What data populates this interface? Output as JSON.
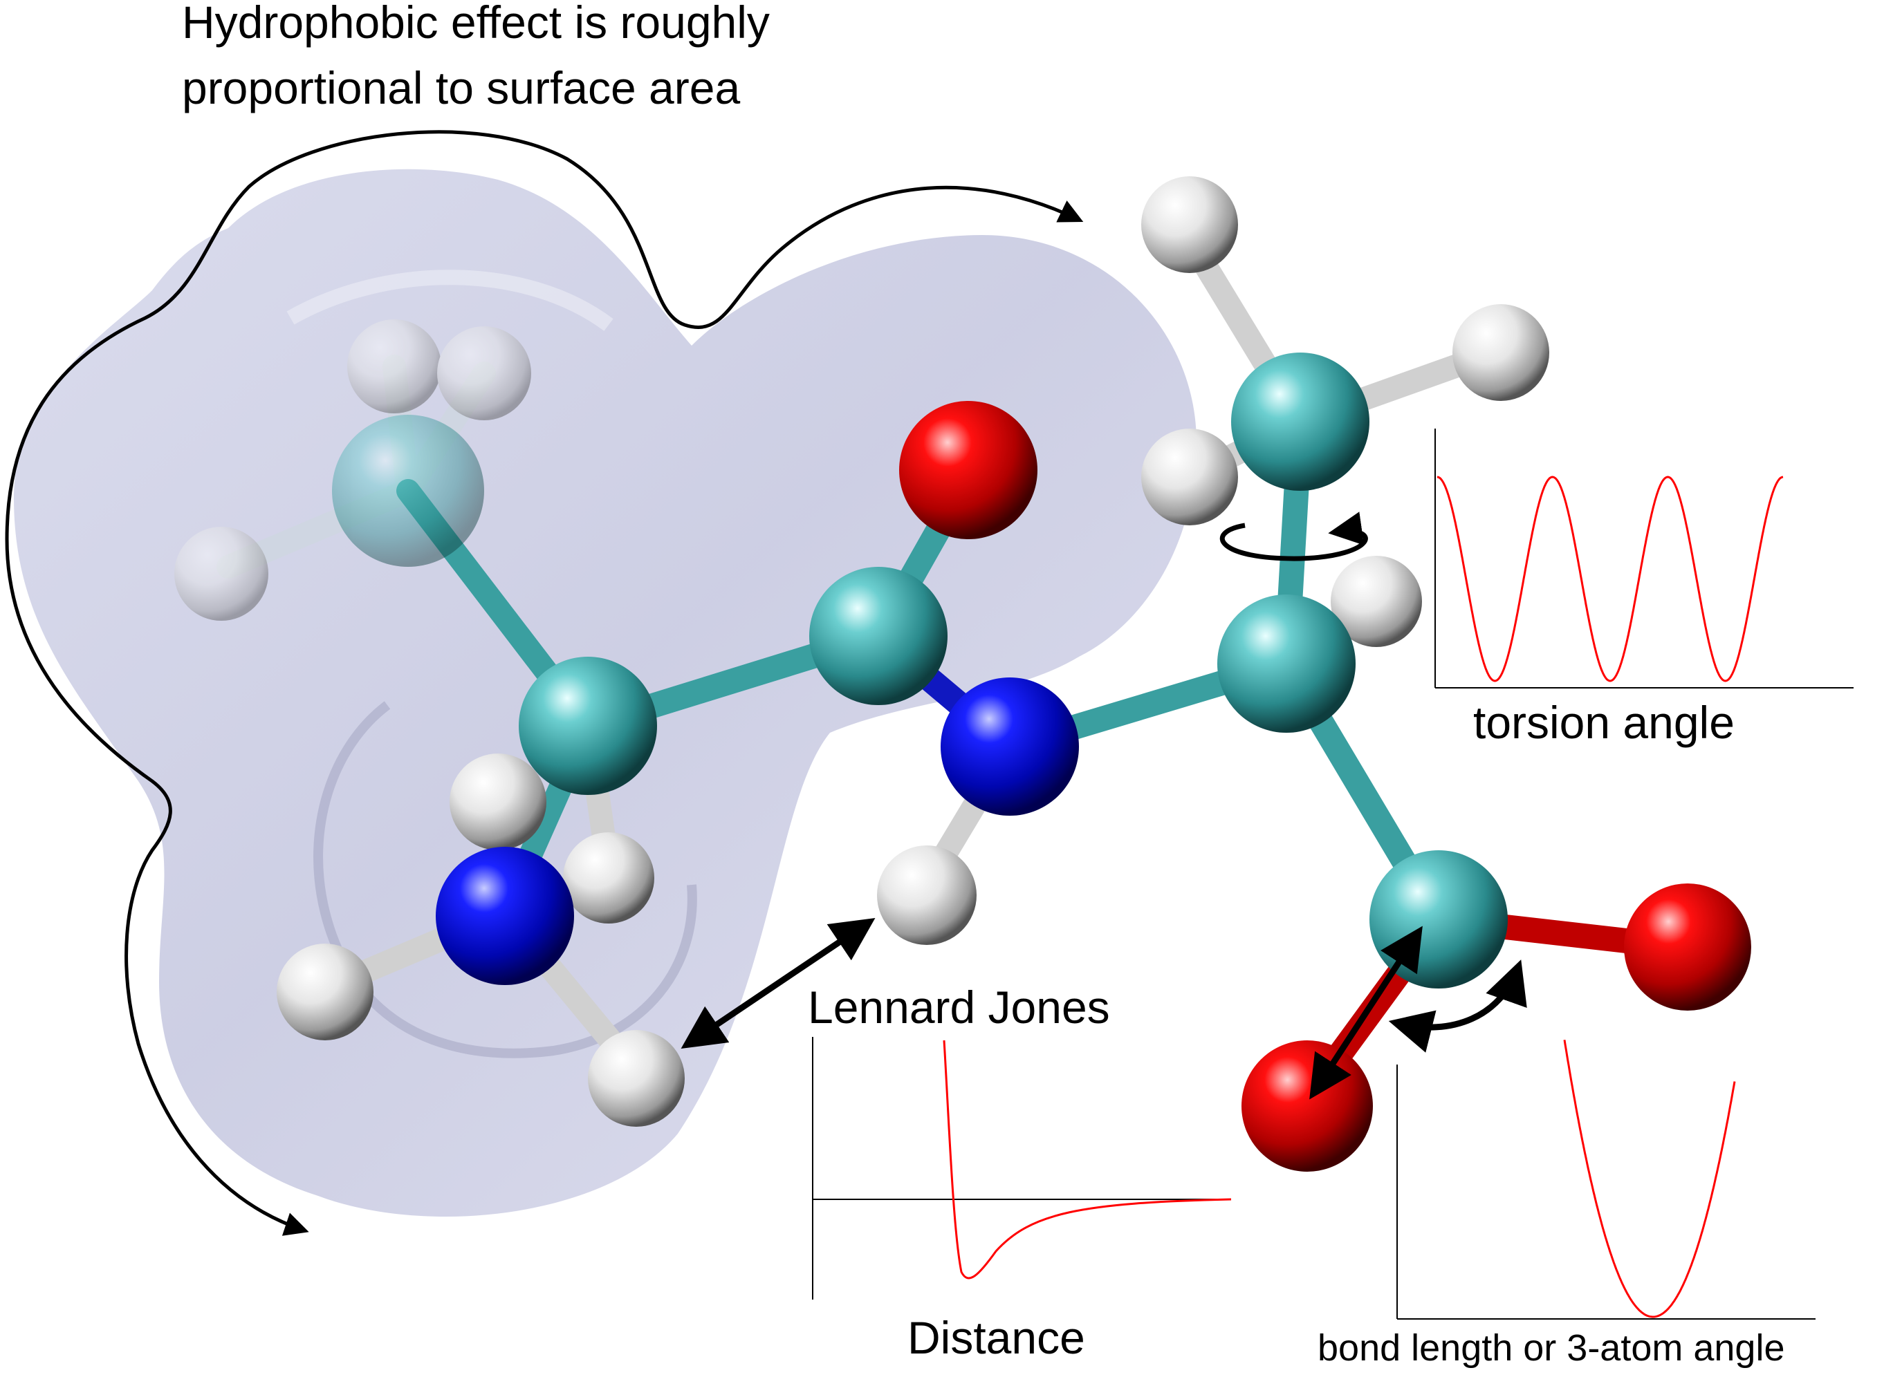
{
  "labels": {
    "hydrophobic_line1": "Hydrophobic effect is roughly",
    "hydrophobic_line2": "proportional to surface area",
    "lennard_jones": "Lennard Jones",
    "distance": "Distance",
    "torsion_angle": "torsion angle",
    "bond_length_angle": "bond length or 3-atom angle"
  },
  "colors": {
    "carbon": "#3a9fa0",
    "hydrogen": "#f2f2f2",
    "nitrogen": "#0a10c8",
    "oxygen": "#d00000",
    "surface": "#c9cbe3",
    "curve": "#ff0000",
    "axis": "#000000"
  },
  "plots": {
    "lennard_jones": {
      "curve": "potential-well"
    },
    "torsion": {
      "curve": "periodic-cosine",
      "peaks": 4
    },
    "bond_angle": {
      "curve": "harmonic-parabola"
    }
  }
}
